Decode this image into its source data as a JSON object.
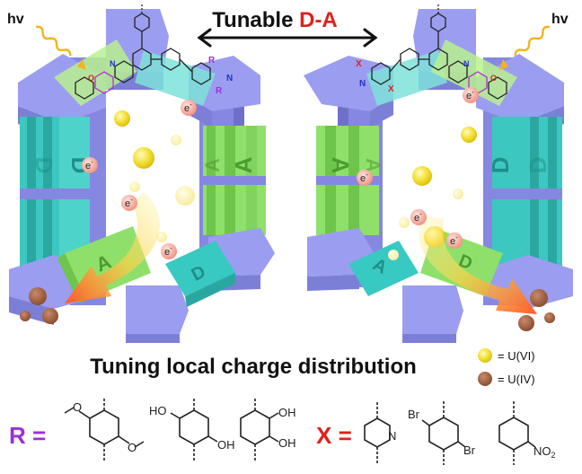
{
  "title": {
    "prefix": "Tunable ",
    "highlight": "D-A"
  },
  "light_label": "hv",
  "electron_label": "e",
  "electron_charge": "-",
  "block_letters": {
    "donor": "D",
    "acceptor": "A"
  },
  "caption": "Tuning local charge distribution",
  "legend": [
    {
      "label": "= U(VI)",
      "color": "#f2dc2a"
    },
    {
      "label": "= U(IV)",
      "color": "#9a5a3a"
    }
  ],
  "substituent_r": {
    "label": "R =",
    "color": "#9b30d9",
    "groups": [
      {
        "name": "dimethoxyphenyl",
        "atoms": [
          "O",
          "O"
        ]
      },
      {
        "name": "dihydroxy-para",
        "atoms": [
          "HO",
          "OH"
        ]
      },
      {
        "name": "dihydroxy-ortho",
        "atoms": [
          "OH",
          "OH"
        ]
      }
    ]
  },
  "substituent_x": {
    "label": "X =",
    "color": "#e0201a",
    "groups": [
      {
        "name": "pyridyl",
        "atoms": [
          "N"
        ]
      },
      {
        "name": "dibromophenyl",
        "atoms": [
          "Br",
          "Br"
        ]
      },
      {
        "name": "nitrophenyl",
        "atoms": [
          "NO",
          "2"
        ]
      }
    ]
  },
  "linker_labels": {
    "r": "R",
    "x": "X",
    "n": "N",
    "o": "O"
  },
  "colors": {
    "node_purple": "#8c8ee8",
    "donor_teal": "#38c9c2",
    "acceptor_green": "#8ee06a",
    "title_accent": "#e0201a",
    "r_purple": "#9b30d9",
    "x_red": "#e0201a",
    "u6_yellow": "#f2dc2a",
    "u4_brown": "#9a5a3a",
    "electron_pink": "#f3a79a"
  }
}
